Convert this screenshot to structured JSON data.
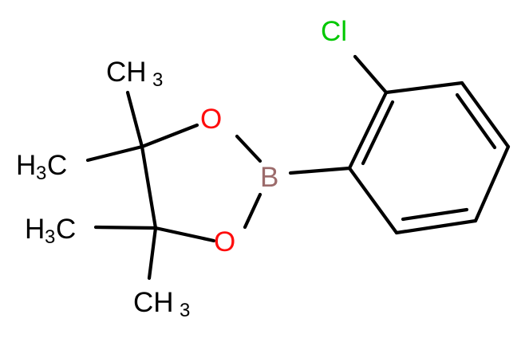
{
  "molecule": {
    "atoms": {
      "chlorine": {
        "symbol": "Cl",
        "color": "#00c800"
      },
      "boron": {
        "symbol": "B",
        "color": "#9c6b6b"
      },
      "oxygen_top": {
        "symbol": "O",
        "color": "#ff0d0d"
      },
      "oxygen_bottom": {
        "symbol": "O",
        "color": "#ff0d0d"
      },
      "methyl_top": {
        "main": "CH",
        "sub": "3"
      },
      "methyl_upper_left": {
        "main": "H",
        "sub": "3",
        "tail": "C"
      },
      "methyl_lower_left": {
        "main": "H",
        "sub": "3",
        "tail": "C"
      },
      "methyl_bottom": {
        "main": "CH",
        "sub": "3"
      }
    },
    "colors": {
      "bond": "#000000",
      "carbon": "#000000"
    }
  }
}
